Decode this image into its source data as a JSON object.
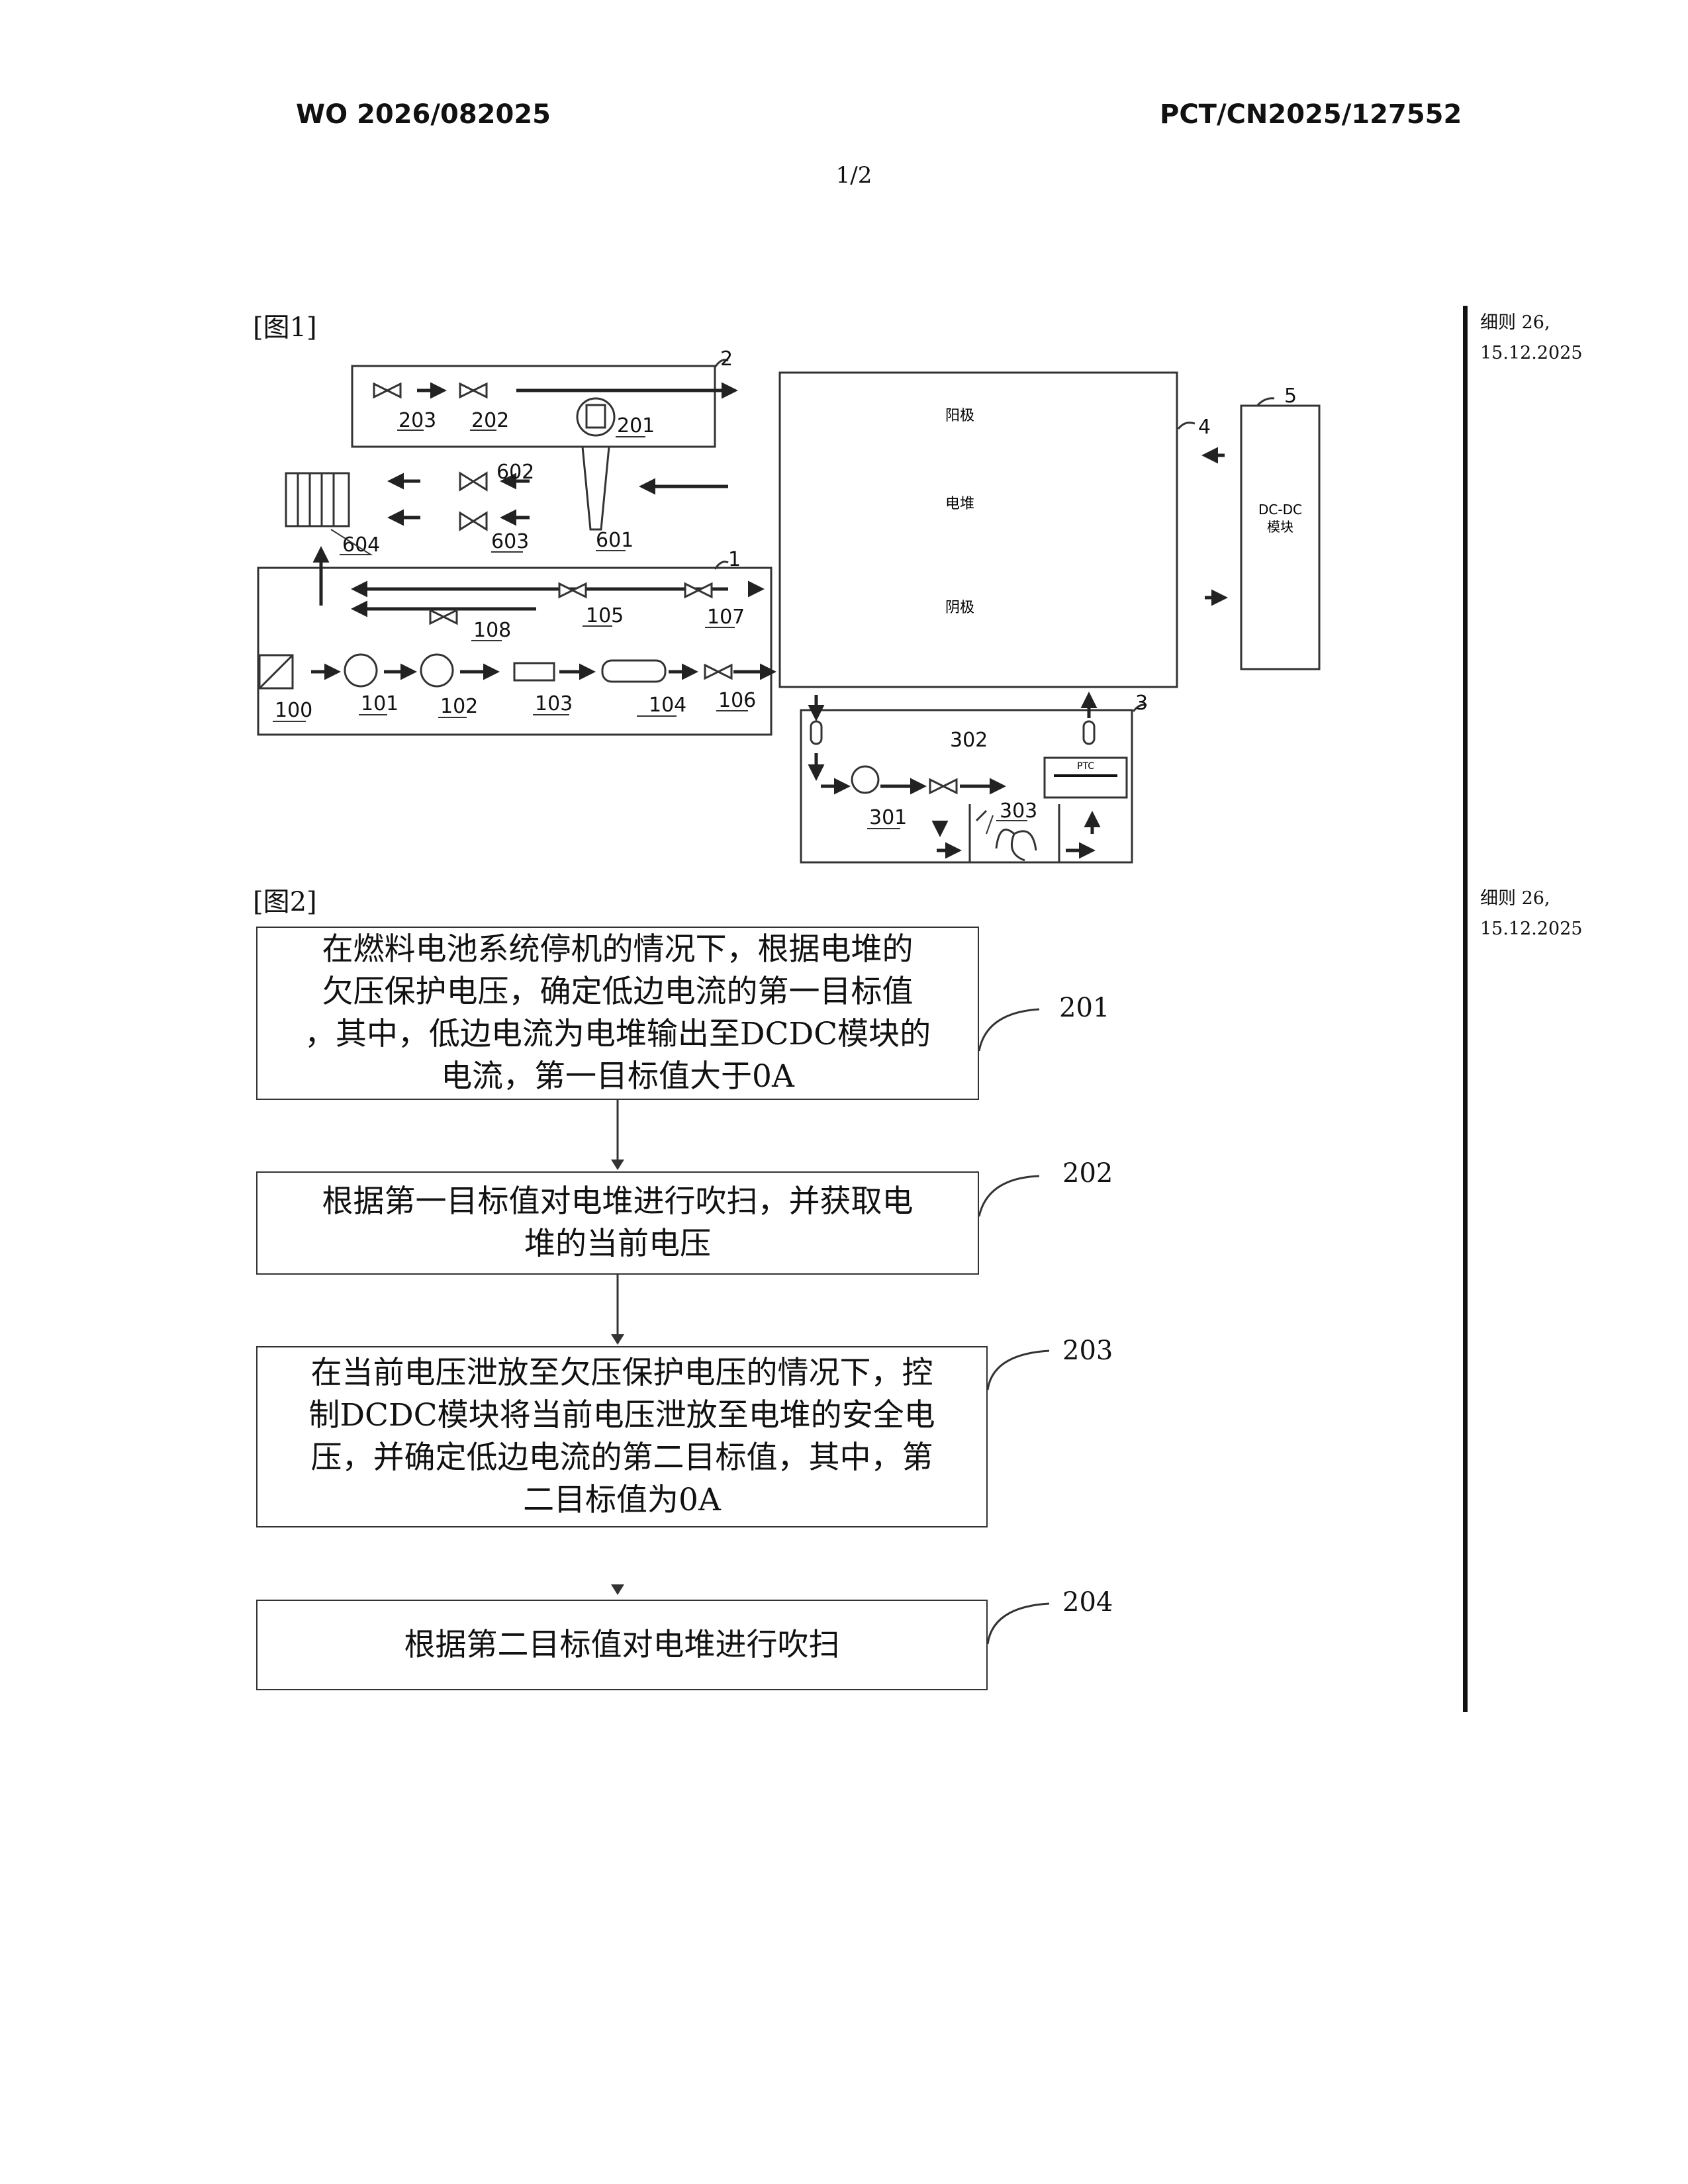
{
  "header": {
    "left": "WO 2026/082025",
    "right": "PCT/CN2025/127552",
    "page": "1/2"
  },
  "side_notes": [
    {
      "line1": "细则 26,",
      "line2": "15.12.2025"
    },
    {
      "line1": "细则 26,",
      "line2": "15.12.2025"
    }
  ],
  "fig1": {
    "label": "[图1]",
    "numbers": {
      "n1": "1",
      "n2": "2",
      "n3": "3",
      "n4": "4",
      "n5": "5",
      "n100": "100",
      "n101": "101",
      "n102": "102",
      "n103": "103",
      "n104": "104",
      "n105": "105",
      "n106": "106",
      "n107": "107",
      "n108": "108",
      "n201": "201",
      "n202": "202",
      "n203": "203",
      "n301": "301",
      "n302": "302",
      "n303": "303",
      "n601": "601",
      "n602": "602",
      "n603": "603",
      "n604": "604"
    },
    "stack": {
      "anode": "阳极",
      "stack": "电堆",
      "cathode": "阴极"
    },
    "dcdc": {
      "line1": "DC-DC",
      "line2": "模块"
    },
    "ptc": "PTC"
  },
  "fig2": {
    "label": "[图2]",
    "steps": [
      {
        "num": "201",
        "text": [
          "在燃料电池系统停机的情况下，根据电堆的",
          "欠压保护电压，确定低边电流的第一目标值",
          "，其中，低边电流为电堆输出至DCDC模块的",
          "电流，第一目标值大于0A"
        ]
      },
      {
        "num": "202",
        "text": [
          "根据第一目标值对电堆进行吹扫，并获取电",
          "堆的当前电压"
        ]
      },
      {
        "num": "203",
        "text": [
          "在当前电压泄放至欠压保护电压的情况下，控",
          "制DCDC模块将当前电压泄放至电堆的安全电",
          "压，并确定低边电流的第二目标值，其中，第",
          "二目标值为0A"
        ]
      },
      {
        "num": "204",
        "text": [
          "根据第二目标值对电堆进行吹扫"
        ]
      }
    ]
  }
}
